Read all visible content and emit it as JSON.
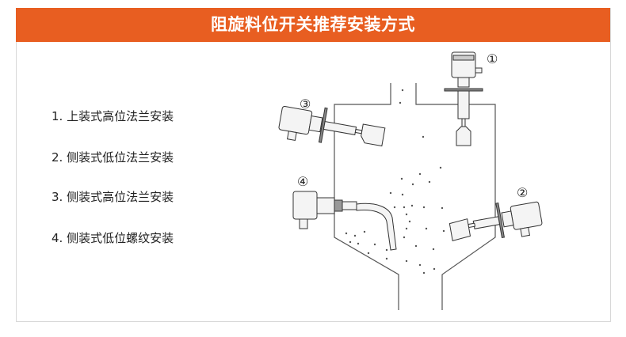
{
  "title": "阻旋料位开关推荐安装方式",
  "items": [
    "1. 上装式高位法兰安装",
    "2. 侧装式低位法兰安装",
    "3. 侧装式高位法兰安装",
    "4. 侧装式低位螺纹安装"
  ],
  "markers": [
    "①",
    "②",
    "③",
    "④"
  ],
  "colors": {
    "banner": "#e85e21",
    "line": "#555555"
  }
}
